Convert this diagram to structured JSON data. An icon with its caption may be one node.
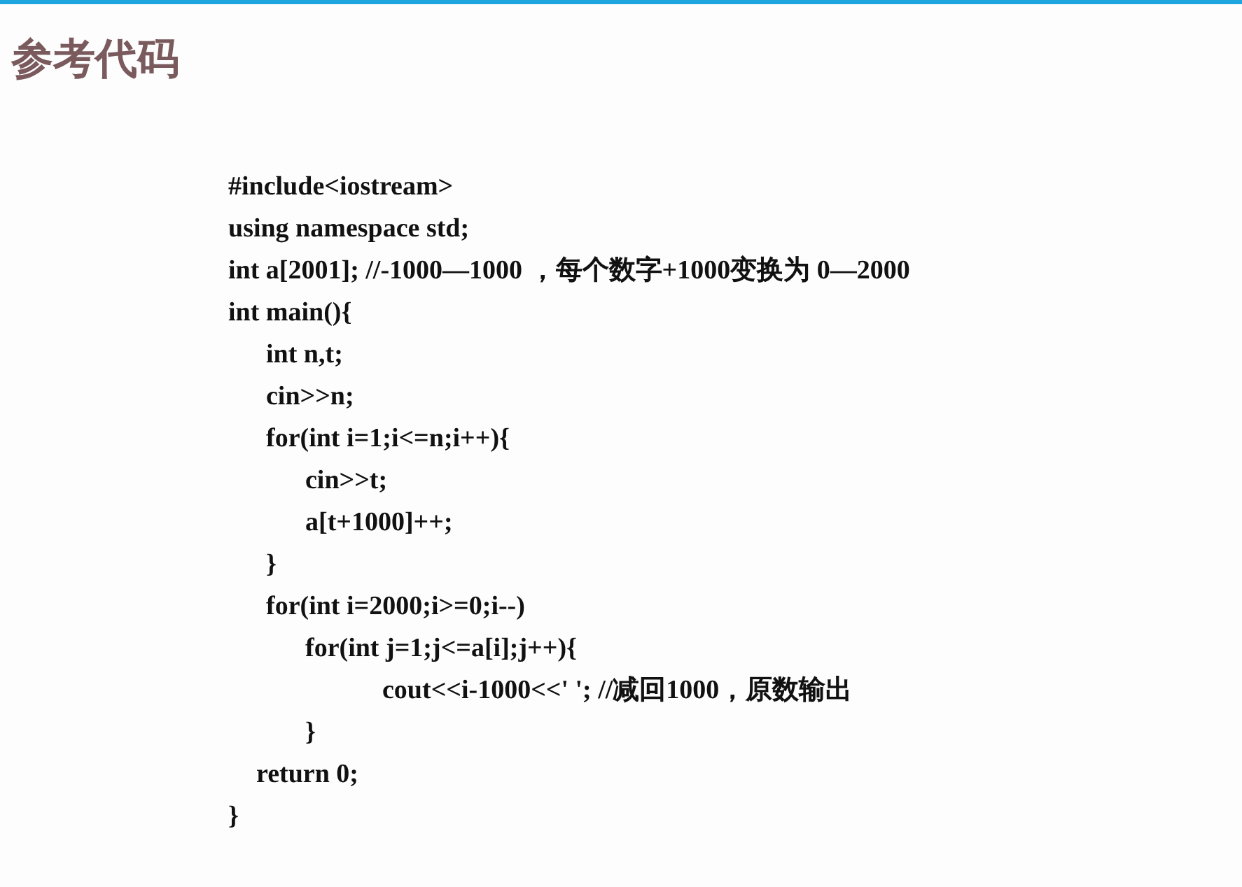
{
  "diagram": {
    "title": "参考代码",
    "labels": [
      "#include<iostream>",
      "using namespace std;",
      "int a[2001]; //-1000—1000 ，每个数字+1000变换为 0—2000",
      "int main(){",
      "int n,t;",
      "cin>>n;",
      "for(int i=1;i<=n;i++){",
      "cin>>t;",
      "a[t+1000]++;",
      "}",
      "for(int i=2000;i>=0;i--)",
      "for(int j=1;j<=a[i];j++){",
      "cout<<i-1000<<' '; //减回1000，原数输出",
      "}",
      "return 0;",
      "}"
    ]
  }
}
